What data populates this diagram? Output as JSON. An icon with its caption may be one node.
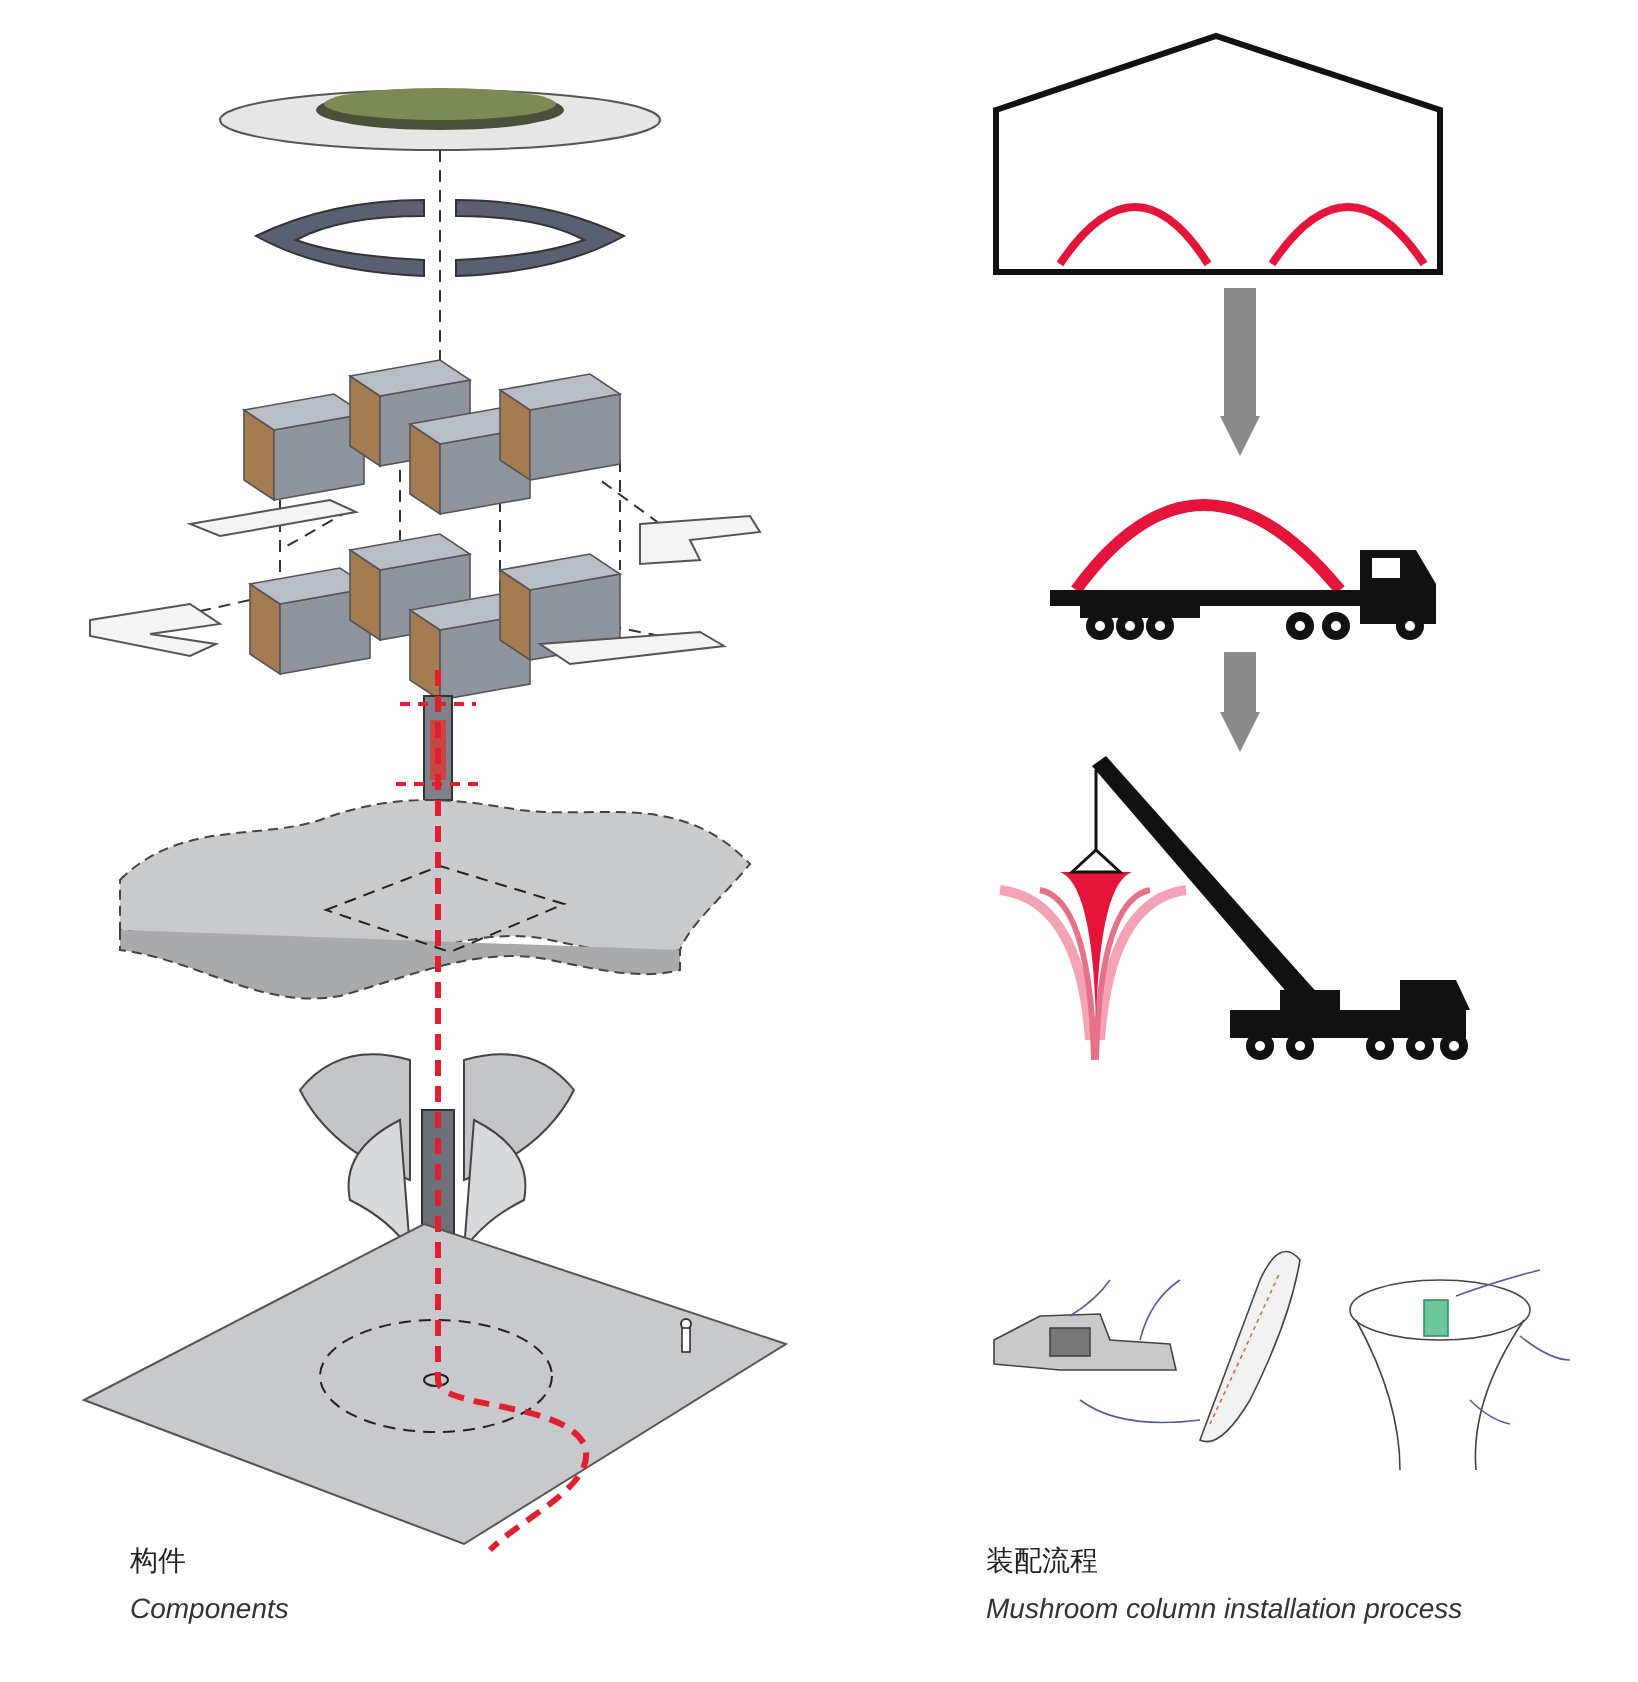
{
  "diagram": {
    "nodes": [
      {
        "text": [],
        "shape": "picture",
        "beside": [
          "构件",
          "Components"
        ]
      },
      {
        "text": [],
        "shape": "picture"
      },
      {
        "text": [],
        "shape": "picture"
      },
      {
        "text": [],
        "shape": "picture"
      },
      {
        "text": [],
        "shape": "picture",
        "beside": [
          "装配流程",
          "Mushroom column installation process"
        ]
      }
    ],
    "edges": [
      {
        "from": 1,
        "to": 2,
        "arrow": "to"
      },
      {
        "from": 2,
        "to": 3,
        "arrow": "to"
      }
    ]
  }
}
